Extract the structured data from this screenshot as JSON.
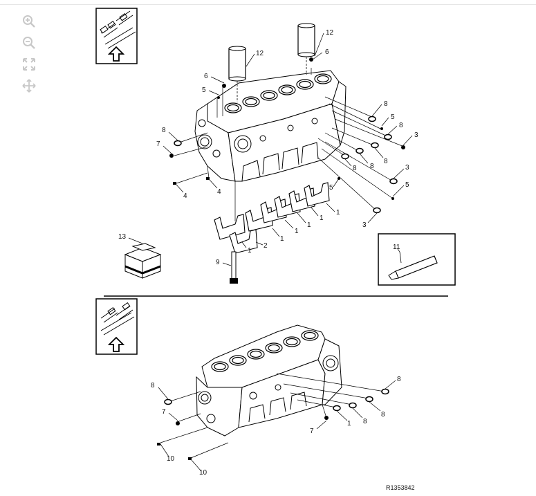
{
  "viewer": {
    "tools": [
      {
        "id": "zoom-in",
        "icon": "zoom-in-icon"
      },
      {
        "id": "zoom-out",
        "icon": "zoom-out-icon"
      },
      {
        "id": "fit",
        "icon": "fit-screen-icon"
      },
      {
        "id": "pan",
        "icon": "pan-icon"
      }
    ],
    "icon_color": "#c8c8c8"
  },
  "diagram": {
    "reference_id": "R1353842",
    "callouts": {
      "c1a": "1",
      "c1b": "1",
      "c1c": "1",
      "c1d": "1",
      "c1e": "1",
      "c1f": "1",
      "c1g": "1",
      "c2": "2",
      "c3a": "3",
      "c3b": "3",
      "c3c": "3",
      "c4a": "4",
      "c4b": "4",
      "c5a": "5",
      "c5b": "5",
      "c5c": "5",
      "c5d": "5",
      "c6a": "6",
      "c6b": "6",
      "c7a": "7",
      "c7b": "7",
      "c7c": "7",
      "c8a": "8",
      "c8b": "8",
      "c8c": "8",
      "c8d": "8",
      "c8e": "8",
      "c8f": "8",
      "c8g": "8",
      "c8h": "8",
      "c8i": "8",
      "c8j": "8",
      "c9": "9",
      "c10a": "10",
      "c10b": "10",
      "c11": "11",
      "c12a": "12",
      "c12b": "12",
      "c13": "13"
    }
  }
}
